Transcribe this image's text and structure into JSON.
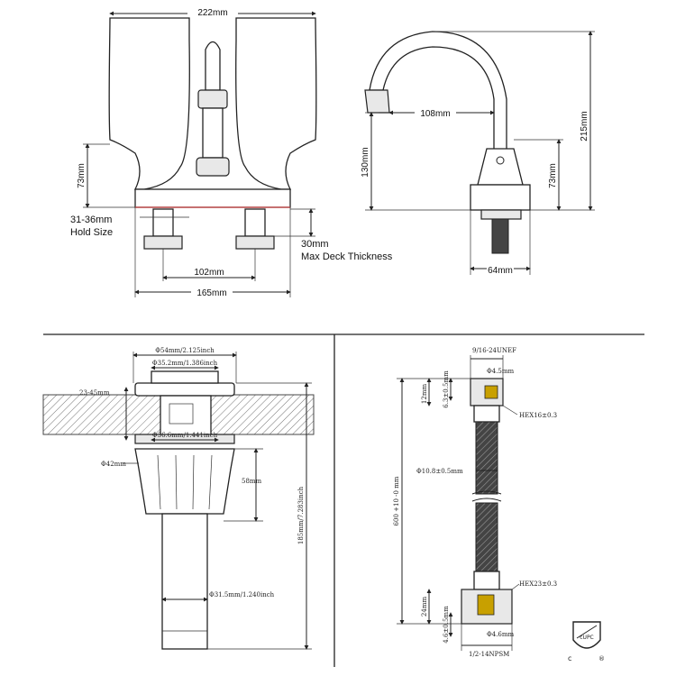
{
  "front_view": {
    "width_top": "222mm",
    "height_handle": "73mm",
    "hole_size_value": "31-36mm",
    "hole_size_label": "Hold Size",
    "deck_value": "30mm",
    "deck_label": "Max Deck Thickness",
    "center_spacing": "102mm",
    "base_width": "165mm"
  },
  "side_view": {
    "reach": "108mm",
    "height_total": "215mm",
    "height_spout": "130mm",
    "height_handle": "73mm",
    "base_width": "64mm"
  },
  "drain_view": {
    "diameter_top": "Φ54mm/2.125inch",
    "diameter_inner": "Φ35.2mm/1.386inch",
    "counter_range": "23-45mm",
    "diameter_nut": "Φ36.6mm/1.441inch",
    "thread_note": "Φ42mm",
    "nut_height": "58mm",
    "total_height": "185mm/7.283inch",
    "tail_diameter": "Φ31.5mm/1.240inch"
  },
  "hose_view": {
    "thread_top": "9/16-24UNEF",
    "bore_top": "Φ4.5mm",
    "nut_height_top": "12mm",
    "depth_top": "6.3±0.5mm",
    "hex_top": "HEX16±0.3",
    "hose_diameter": "Φ10.8±0.5mm",
    "length": "600 +10 -0 mm",
    "hex_bottom": "HEX23±0.3",
    "nut_height_bottom": "24mm",
    "depth_bottom": "4.6±0.5mm",
    "bore_bottom": "Φ4.6mm",
    "thread_bottom": "1/2-14NPSM",
    "cert_logo": "cUPC"
  }
}
